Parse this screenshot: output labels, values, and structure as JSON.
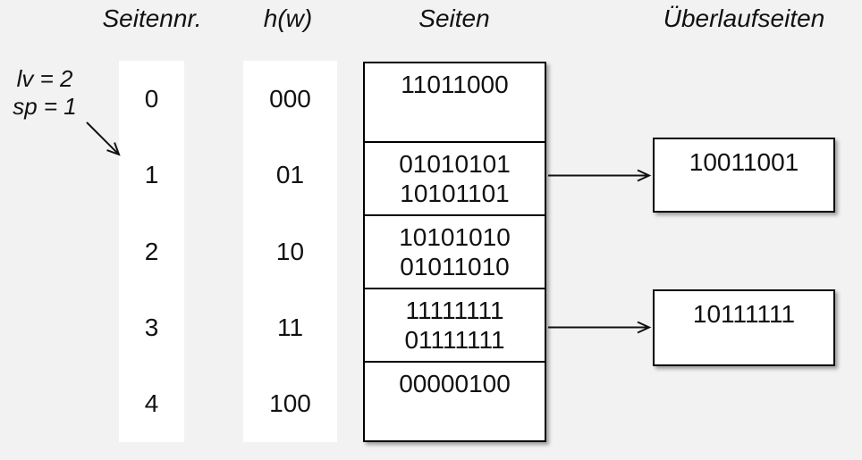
{
  "colors": {
    "background": "#f2f2f2",
    "box_fill": "#ffffff",
    "line_and_text": "#111111"
  },
  "headers": {
    "seitennr": "Seitennr.",
    "hw": "h(w)",
    "seiten": "Seiten",
    "ueberlaufseiten": "Überlaufseiten"
  },
  "annotation": {
    "lv": "lv = 2",
    "sp": "sp = 1"
  },
  "table": {
    "rows": [
      {
        "nr": "0",
        "hw": "000",
        "values": [
          "11011000"
        ]
      },
      {
        "nr": "1",
        "hw": "01",
        "values": [
          "01010101",
          "10101101"
        ],
        "overflow": "10011001"
      },
      {
        "nr": "2",
        "hw": "10",
        "values": [
          "10101010",
          "01011010"
        ]
      },
      {
        "nr": "3",
        "hw": "11",
        "values": [
          "11111111",
          "01111111"
        ],
        "overflow": "10111111"
      },
      {
        "nr": "4",
        "hw": "100",
        "values": [
          "00000100"
        ]
      }
    ]
  }
}
